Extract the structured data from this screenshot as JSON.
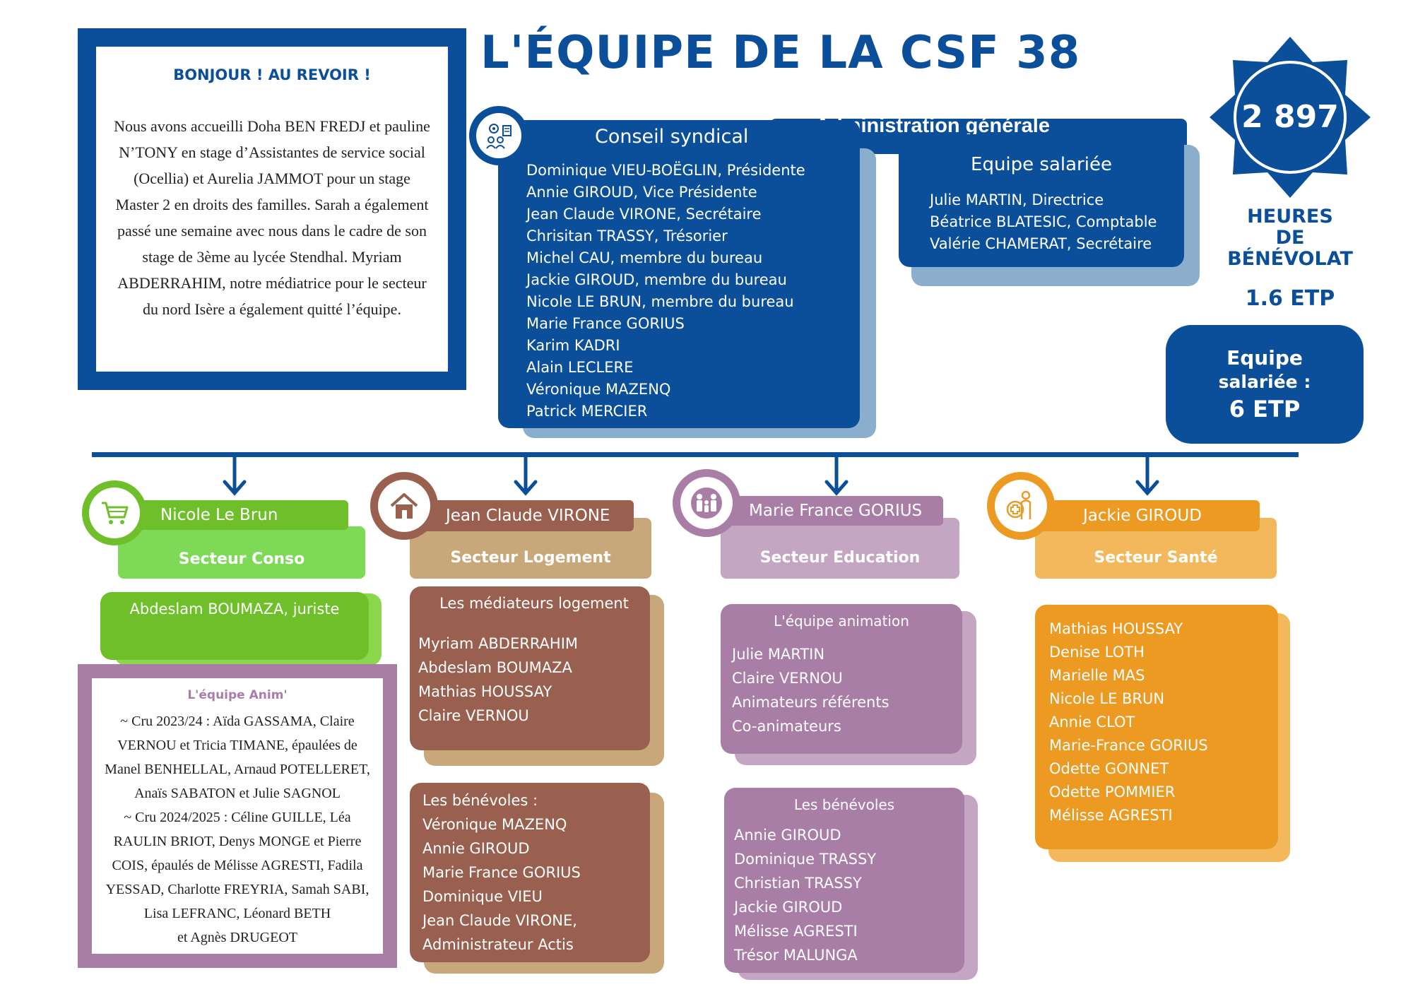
{
  "title": "L'ÉQUIPE DE LA CSF 38",
  "welcome": {
    "heading": "BONJOUR ! AU REVOIR !",
    "body": "Nous avons accueilli  Doha BEN FREDJ et pauline N’TONY en stage d’Assistantes de service social (Ocellia) et Aurelia JAMMOT pour un stage Master 2 en droits des familles. Sarah a également passé une semaine avec nous dans le cadre de son stage de 3ème au lycée Stendhal. Myriam ABDERRAHIM, notre médiatrice pour le secteur du nord Isère a également quitté l’équipe."
  },
  "admin_title": "Administration générale",
  "conseil": {
    "title": "Conseil syndical",
    "members": [
      "Dominique VIEU-BOËGLIN, Présidente",
      "Annie GIROUD, Vice Présidente",
      "Jean Claude VIRONE, Secrétaire",
      "Chrisitan TRASSY, Trésorier",
      "Michel CAU, membre du bureau",
      "Jackie GIROUD, membre du bureau",
      "Nicole LE BRUN, membre du bureau",
      "Marie France GORIUS",
      "Karim KADRI",
      "Alain LECLERE",
      "Véronique MAZENQ",
      "Patrick MERCIER"
    ]
  },
  "salariee": {
    "title": "Equipe salariée",
    "members": [
      "Julie MARTIN, Directrice",
      "Béatrice BLATESIC, Comptable",
      "Valérie CHAMERAT, Secrétaire"
    ]
  },
  "stats": {
    "hours": "2 897",
    "hours_label_1": "HEURES",
    "hours_label_2": "DE",
    "hours_label_3": "BÉNÉVOLAT",
    "etp": "1.6 ETP",
    "team_label_1": "Equipe",
    "team_label_2": "salariée :",
    "team_value": "6 ETP"
  },
  "sectors": {
    "conso": {
      "person": "Nicole Le Brun",
      "label": "Secteur Conso",
      "staff": "Abdeslam BOUMAZA, juriste",
      "anim_title": "L'équipe Anim'",
      "anim_lines": [
        "~ Cru 2023/24 : Aïda GASSAMA, Claire",
        "VERNOU et  Tricia TIMANE, épaulées de",
        "Manel BENHELLAL, Arnaud POTELLERET,",
        "Anaïs SABATON et Julie SAGNOL",
        "~ Cru 2024/2025 : Céline GUILLE, Léa",
        "RAULIN BRIOT, Denys MONGE et Pierre",
        "COIS, épaulés de Mélisse AGRESTI, Fadila",
        "YESSAD, Charlotte FREYRIA, Samah SABI,",
        "Lisa LEFRANC, Léonard BETH",
        "et Agnès DRUGEOT"
      ]
    },
    "logement": {
      "person": "Jean Claude VIRONE",
      "label": "Secteur Logement",
      "mediateurs_title": "Les médiateurs logement",
      "mediateurs": [
        "Myriam ABDERRAHIM",
        "Abdeslam BOUMAZA",
        "Mathias HOUSSAY",
        "Claire VERNOU"
      ],
      "benevoles_title": "Les bénévoles :",
      "benevoles": [
        "Véronique MAZENQ",
        "Annie GIROUD",
        "Marie France GORIUS",
        "Dominique VIEU",
        "Jean Claude VIRONE,",
        "Administrateur Actis"
      ]
    },
    "education": {
      "person": "Marie France GORIUS",
      "label": "Secteur Education",
      "animation_title": "L'équipe animation",
      "animation": [
        "Julie MARTIN",
        "Claire VERNOU",
        "Animateurs référents",
        "Co-animateurs"
      ],
      "benevoles_title": "Les bénévoles",
      "benevoles": [
        "Annie GIROUD",
        "Dominique TRASSY",
        "Christian TRASSY",
        "Jackie GIROUD",
        "Mélisse AGRESTI",
        "Trésor MALUNGA"
      ]
    },
    "sante": {
      "person": "Jackie GIROUD",
      "label": "Secteur Santé",
      "members": [
        "Mathias HOUSSAY",
        "Denise LOTH",
        "Marielle MAS",
        "Nicole LE BRUN",
        "Annie CLOT",
        "Marie-France GORIUS",
        "Odette GONNET",
        "Odette POMMIER",
        "Mélisse AGRESTI"
      ]
    }
  },
  "icons": [
    "council-icon",
    "cart-icon",
    "house-icon",
    "family-icon",
    "health-icon"
  ],
  "colors": {
    "navy": "#0b4f9a",
    "conso": "#6fbf2a",
    "logement": "#99604f",
    "education": "#a97ea6",
    "sante": "#ed9a22"
  }
}
